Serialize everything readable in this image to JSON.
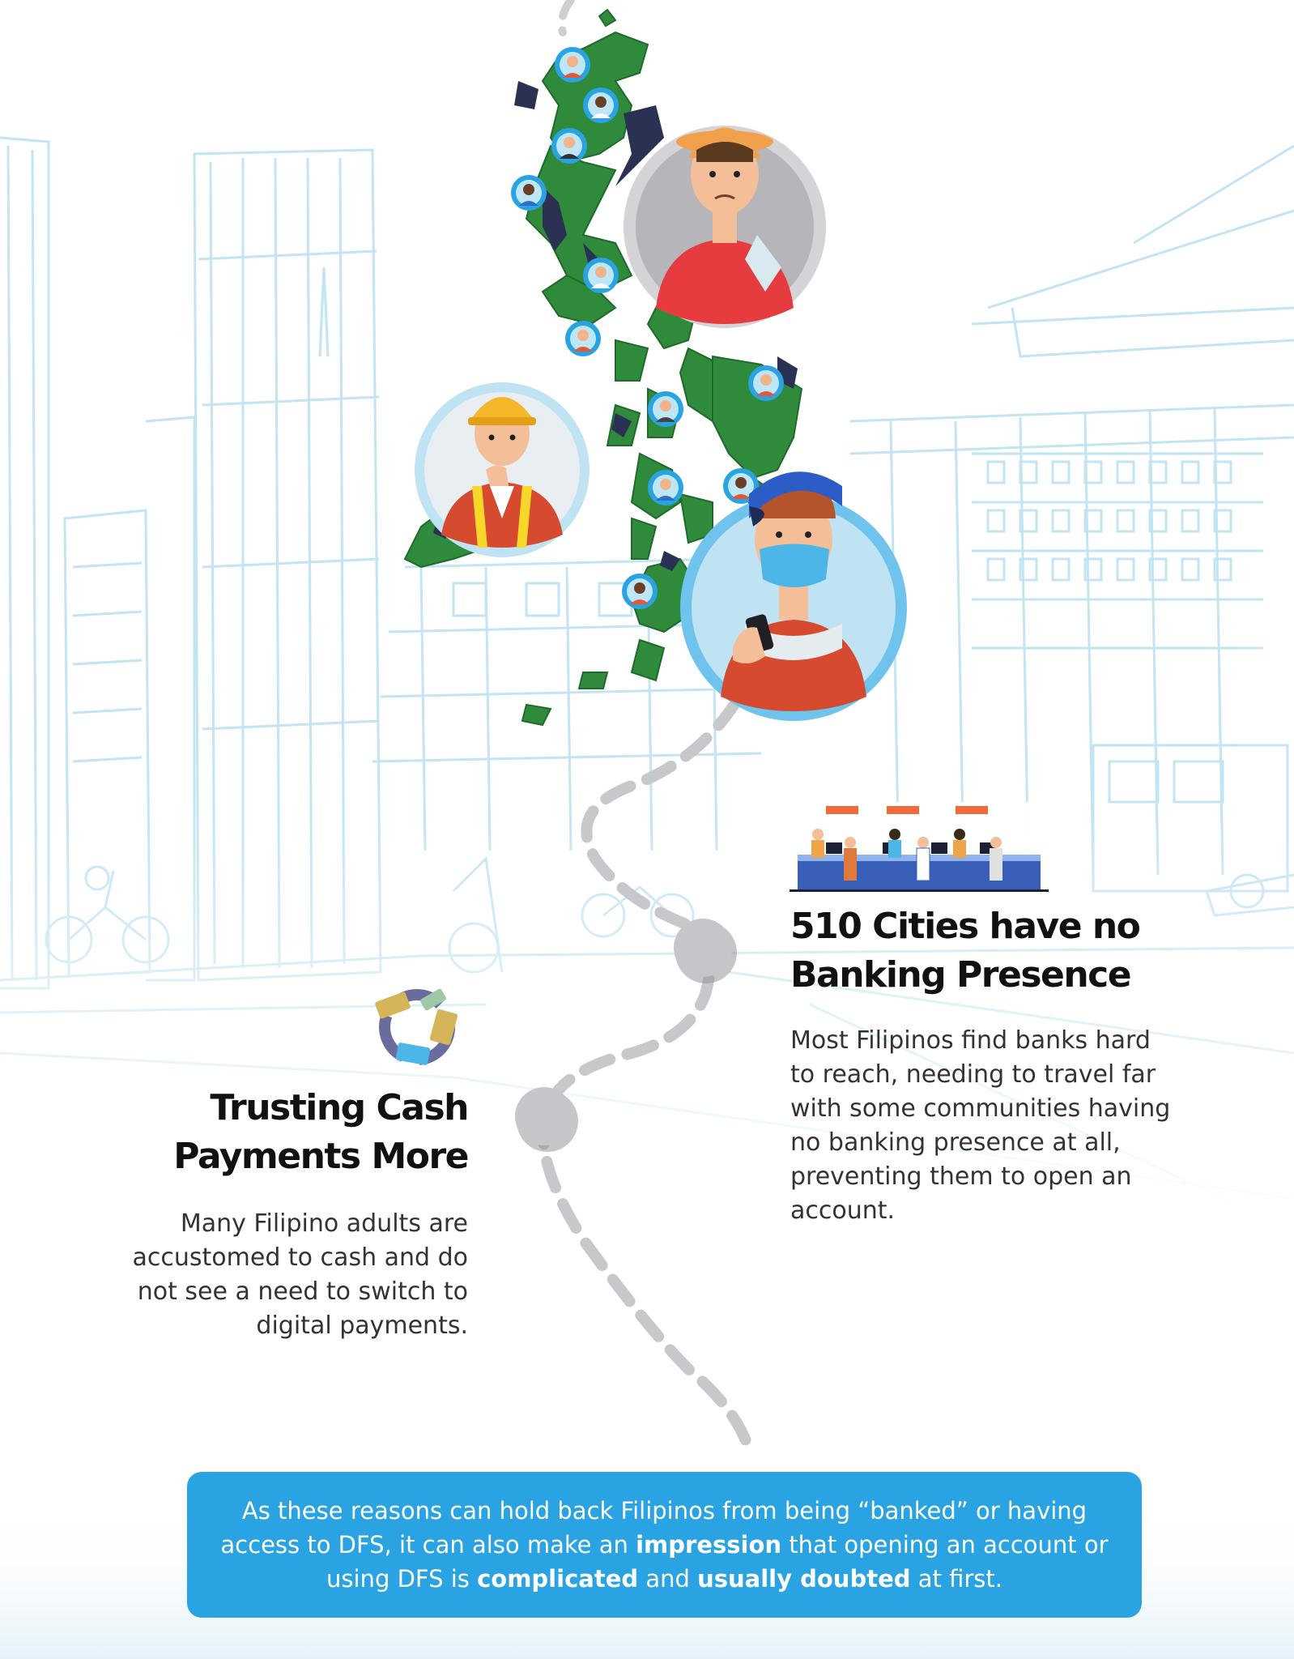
{
  "colors": {
    "sketch": "#bfe3f3",
    "map_green": "#2f8a3c",
    "accent_blue": "#29a3e2",
    "path_gray": "#c8c8cc",
    "heading": "#111111",
    "body": "#333333"
  },
  "illustrations": {
    "map": "philippines-map",
    "person_1": "farmer-avatar",
    "person_2": "construction-worker-avatar",
    "person_3": "masked-man-with-phone-avatar",
    "bank": "bank-counter-illustration",
    "cash": "cash-cycle-icon"
  },
  "section_cities": {
    "heading_line1": "510 Cities have no",
    "heading_line2": "Banking Presence",
    "body": "Most Filipinos find banks hard to reach, needing to travel far with some communities having no banking presence at all, preventing them to open an account."
  },
  "section_cash": {
    "heading_line1": "Trusting Cash",
    "heading_line2": "Payments More",
    "body": "Many Filipino adults are accustomed to cash and do not see a need to switch to digital payments."
  },
  "summary": {
    "part1": "As these reasons can hold back Filipinos from being “banked” or having access to DFS, it can also make an ",
    "bold1": "impression",
    "part2": " that opening an account or using DFS is ",
    "bold2": "complicated",
    "part3": " and ",
    "bold3": "usually doubted",
    "part4": " at first."
  }
}
